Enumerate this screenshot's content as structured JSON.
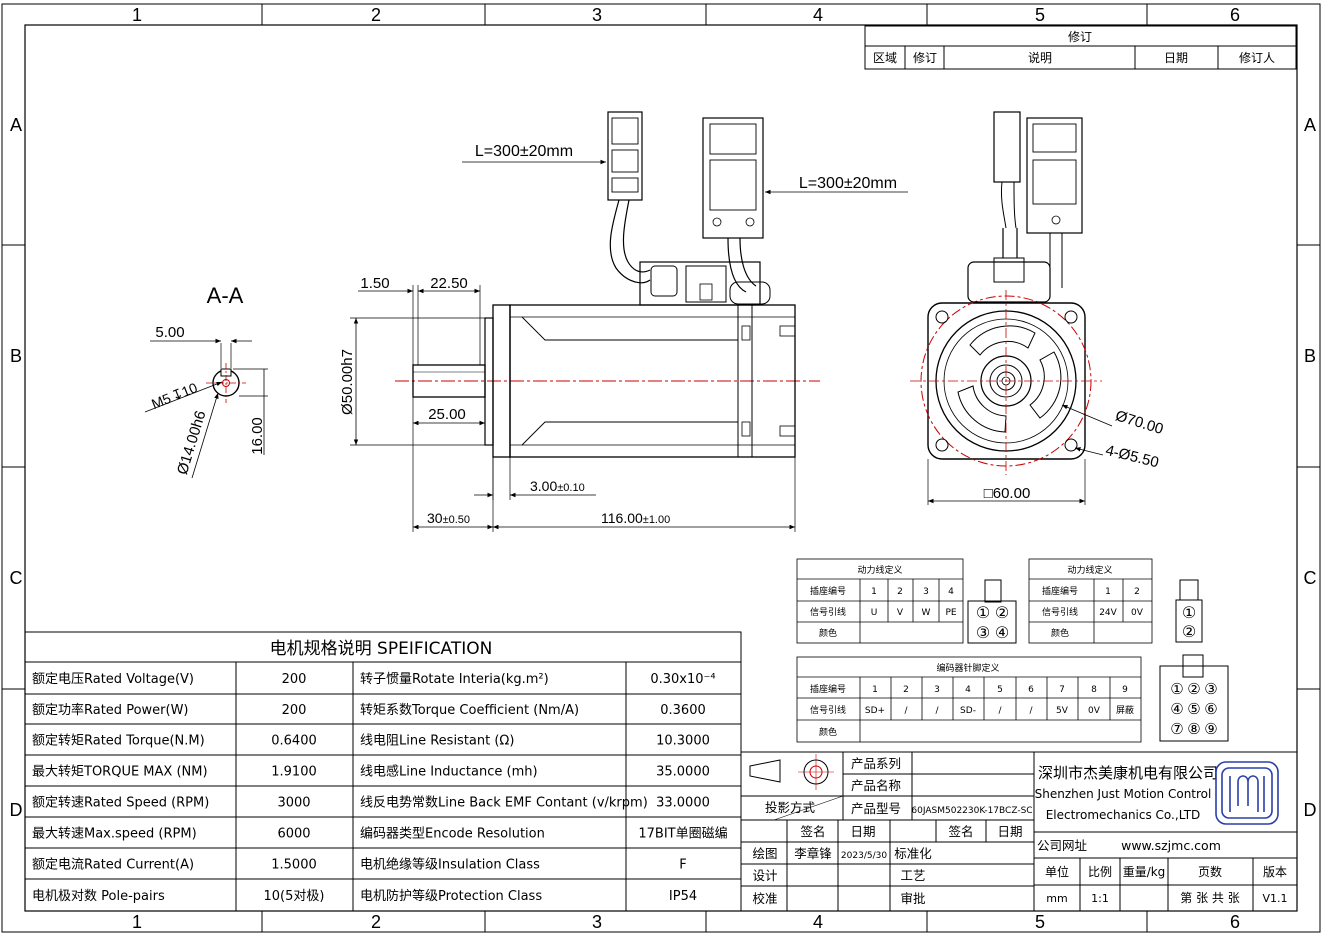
{
  "frame": {
    "col_markers": [
      "1",
      "2",
      "3",
      "4",
      "5",
      "6"
    ],
    "row_markers": [
      "A",
      "B",
      "C",
      "D"
    ]
  },
  "revision": {
    "title": "修订",
    "headers": [
      "区域",
      "修订",
      "说明",
      "日期",
      "修订人"
    ]
  },
  "views": {
    "section_label": "A-A",
    "section_dims": {
      "key_width": "5.00",
      "thread": "M5",
      "depth": "10",
      "height": "16.00",
      "shaft_dia": "Ø14.00h6"
    },
    "side_dims": {
      "flange_step": "1.50",
      "shaft_len_a": "22.50",
      "shaft_len_b": "25.00",
      "pilot_dia": "Ø50.00h7",
      "flange_thk": "3.00",
      "flange_thk_tol": "±0.10",
      "shaft_total": "30",
      "shaft_total_tol": "±0.50",
      "body_len": "116.00",
      "body_len_tol": "±1.00",
      "cable_len_power": "L=300±20mm",
      "cable_len_encoder": "L=300±20mm"
    },
    "front_dims": {
      "pcd": "Ø70.00",
      "holes": "4-Ø5.50",
      "square": "□60.00"
    }
  },
  "power_table_1": {
    "title": "动力线定义",
    "row1": [
      "插座编号",
      "1",
      "2",
      "3",
      "4"
    ],
    "row2": [
      "信号引线",
      "U",
      "V",
      "W",
      "PE"
    ],
    "row3": [
      "颜色"
    ],
    "pins": [
      "①",
      "②",
      "③",
      "④"
    ]
  },
  "power_table_2": {
    "title": "动力线定义",
    "row1": [
      "插座编号",
      "1",
      "2"
    ],
    "row2": [
      "信号引线",
      "24V",
      "0V"
    ],
    "row3": [
      "颜色"
    ],
    "pins": [
      "①",
      "②"
    ]
  },
  "encoder_table": {
    "title": "编码器针脚定义",
    "row1": [
      "插座编号",
      "1",
      "2",
      "3",
      "4",
      "5",
      "6",
      "7",
      "8",
      "9"
    ],
    "row2": [
      "信号引线",
      "SD+",
      "/",
      "/",
      "SD-",
      "/",
      "/",
      "5V",
      "0V",
      "屏蔽"
    ],
    "row3": [
      "颜色"
    ],
    "pins": [
      "①",
      "②",
      "③",
      "④",
      "⑤",
      "⑥",
      "⑦",
      "⑧",
      "⑨"
    ]
  },
  "spec": {
    "title": "电机规格说明 SPEIFICATION",
    "rows": [
      {
        "l": "额定电压Rated Voltage(V)",
        "lv": "200",
        "r": "转子惯量Rotate Interia(kg.m²)",
        "rv": "0.30x10⁻⁴"
      },
      {
        "l": "额定功率Rated Power(W)",
        "lv": "200",
        "r": "转矩系数Torque Coefficient (Nm/A)",
        "rv": "0.3600"
      },
      {
        "l": "额定转矩Rated Torque(N.M)",
        "lv": "0.6400",
        "r": "线电阻Line Resistant (Ω)",
        "rv": "10.3000"
      },
      {
        "l": "最大转矩TORQUE MAX (NM)",
        "lv": "1.9100",
        "r": "线电感Line Inductance (mh)",
        "rv": "35.0000"
      },
      {
        "l": "额定转速Rated Speed (RPM)",
        "lv": "3000",
        "r": "线反电势常数Line Back EMF Contant (v/krpm)",
        "rv": "33.0000"
      },
      {
        "l": "最大转速Max.speed (RPM)",
        "lv": "6000",
        "r": "编码器类型Encode Resolution",
        "rv": "17BIT单圈磁编"
      },
      {
        "l": "额定电流Rated Current(A)",
        "lv": "1.5000",
        "r": "电机绝缘等级Insulation Class",
        "rv": "F"
      },
      {
        "l": "电机极对数 Pole-pairs",
        "lv": "10(5对极)",
        "r": "电机防护等级Protection Class",
        "rv": "IP54"
      }
    ]
  },
  "title_block": {
    "projection": "投影方式",
    "series_label": "产品系列",
    "name_label": "产品名称",
    "model_label": "产品型号",
    "model": "60JASM502230K-17BCZ-SC",
    "sign": "签名",
    "date": "日期",
    "sign2": "签名",
    "date2": "日期",
    "draw": "绘图",
    "drawer": "李章锋",
    "draw_date": "2023/5/30",
    "design": "设计",
    "check": "校准",
    "std": "标准化",
    "craft": "工艺",
    "approve": "审批",
    "company_cn": "深圳市杰美康机电有限公司",
    "company_en1": "Shenzhen Just Motion Control",
    "company_en2": "Electromechanics Co.,LTD",
    "site_label": "公司网址",
    "site": "www.szjmc.com",
    "unit_h": "单位",
    "scale_h": "比例",
    "weight_h": "重量/kg",
    "pages_h": "页数",
    "version_h": "版本",
    "unit": "mm",
    "scale": "1:1",
    "pages": "第 张 共 张",
    "version": "V1.1"
  }
}
